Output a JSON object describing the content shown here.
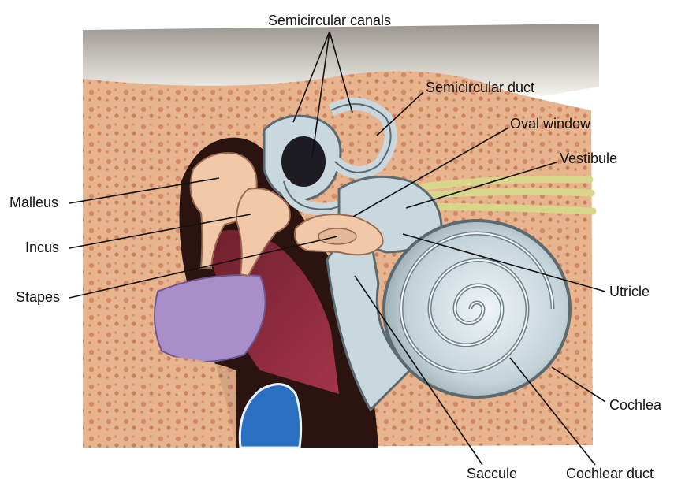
{
  "labels": {
    "semicircular_canals": "Semicircular canals",
    "semicircular_duct": "Semicircular duct",
    "oval_window": "Oval window",
    "vestibule": "Vestibule",
    "malleus": "Malleus",
    "incus": "Incus",
    "stapes": "Stapes",
    "utricle": "Utricle",
    "cochlea": "Cochlea",
    "saccule": "Saccule",
    "cochlear_duct": "Cochlear duct"
  },
  "colors": {
    "bone": "#e8b48e",
    "bone_pore": "#c97a5a",
    "labyrinth": "#c9d8df",
    "labyrinth_edge": "#5b6a70",
    "ossicle": "#f2c9a8",
    "canal_dark": "#8a2a3a",
    "eardrum": "#a98fc9",
    "tube_blue": "#2a6fc0",
    "nerve": "#d8d68a",
    "leader": "#111111"
  }
}
